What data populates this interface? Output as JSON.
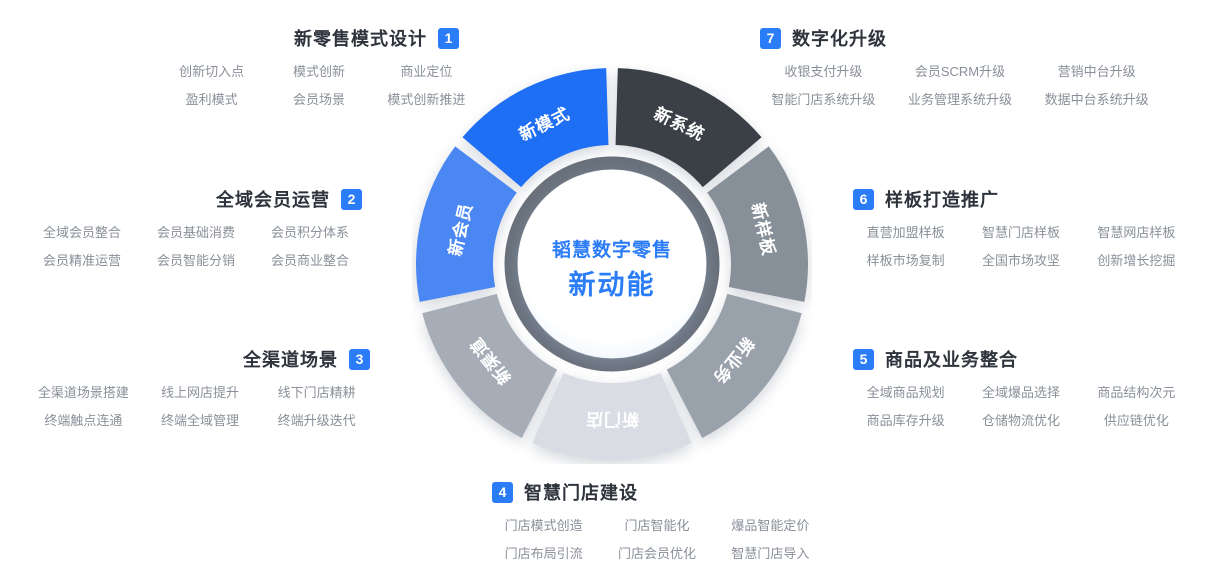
{
  "accent_color": "#2b7cf7",
  "center": {
    "line1": "韬慧数字零售",
    "line2": "新动能"
  },
  "wheel": {
    "ring_color": "#68707b",
    "label_color": "#ffffff",
    "segments": [
      {
        "label": "新系统",
        "color": "#3a4046"
      },
      {
        "label": "新样板",
        "color": "#878f99"
      },
      {
        "label": "新业务",
        "color": "#99a1ab"
      },
      {
        "label": "新门店",
        "color": "#d9dde3"
      },
      {
        "label": "新渠道",
        "color": "#a6adb7"
      },
      {
        "label": "新会员",
        "color": "#4a87f3"
      },
      {
        "label": "新模式",
        "color": "#1e6ff4"
      }
    ]
  },
  "blocks": [
    {
      "num": "1",
      "title": "新零售模式设计",
      "items": [
        [
          "创新切入点",
          "模式创新",
          "商业定位"
        ],
        [
          "盈利模式",
          "会员场景",
          "模式创新推进"
        ]
      ]
    },
    {
      "num": "2",
      "title": "全域会员运营",
      "items": [
        [
          "全域会员整合",
          "会员基础消费",
          "会员积分体系"
        ],
        [
          "会员精准运营",
          "会员智能分销",
          "会员商业整合"
        ]
      ]
    },
    {
      "num": "3",
      "title": "全渠道场景",
      "items": [
        [
          "全渠道场景搭建",
          "线上网店提升",
          "线下门店精耕"
        ],
        [
          "终端触点连通",
          "终端全域管理",
          "终端升级迭代"
        ]
      ]
    },
    {
      "num": "4",
      "title": "智慧门店建设",
      "items": [
        [
          "门店模式创造",
          "门店智能化",
          "爆品智能定价"
        ],
        [
          "门店布局引流",
          "门店会员优化",
          "智慧门店导入"
        ]
      ]
    },
    {
      "num": "5",
      "title": "商品及业务整合",
      "items": [
        [
          "全域商品规划",
          "全域爆品选择",
          "商品结构次元"
        ],
        [
          "商品库存升级",
          "仓储物流优化",
          "供应链优化"
        ]
      ]
    },
    {
      "num": "6",
      "title": "样板打造推广",
      "items": [
        [
          "直营加盟样板",
          "智慧门店样板",
          "智慧网店样板"
        ],
        [
          "样板市场复制",
          "全国市场攻坚",
          "创新增长挖掘"
        ]
      ]
    },
    {
      "num": "7",
      "title": "数字化升级",
      "items": [
        [
          "收银支付升级",
          "会员SCRM升级",
          "营销中台升级"
        ],
        [
          "智能门店系统升级",
          "业务管理系统升级",
          "数据中台系统升级"
        ]
      ]
    }
  ]
}
